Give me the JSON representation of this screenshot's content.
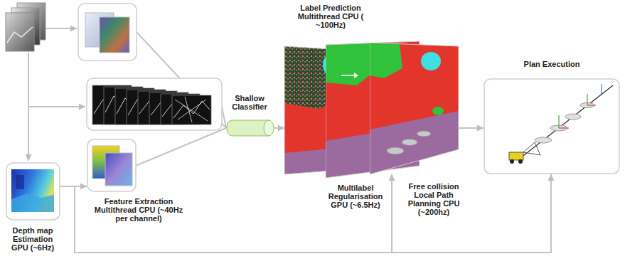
{
  "diagram": {
    "nodes": [
      {
        "text": [
          "Depth map Estimation GPU (~6Hz)"
        ]
      },
      {
        "text": [
          "Feature Extraction Multithread CPU (~40Hz per channel)"
        ]
      },
      {
        "text": [
          "Shallow Classifier"
        ]
      },
      {
        "text": [
          "Label Prediction Multithread CPU ( ~100Hz)"
        ]
      },
      {
        "text": [
          "Multilabel Regularisation GPU (~6.5Hz)"
        ]
      },
      {
        "text": [
          "Free collision Local Path Planning CPU (~200hz)"
        ]
      },
      {
        "text": [
          "Plan Execution"
        ]
      }
    ],
    "edges": [
      {
        "from": 0,
        "to": 1,
        "arrow": "to"
      },
      {
        "from": 1,
        "to": 2,
        "arrow": "none"
      },
      {
        "from": 2,
        "to": 3,
        "arrow": "to"
      },
      {
        "from": 5,
        "to": 6,
        "arrow": "to"
      },
      {
        "from": 0,
        "to": 5,
        "arrow": "to"
      },
      {
        "from": 0,
        "to": 6,
        "arrow": "to"
      }
    ]
  }
}
